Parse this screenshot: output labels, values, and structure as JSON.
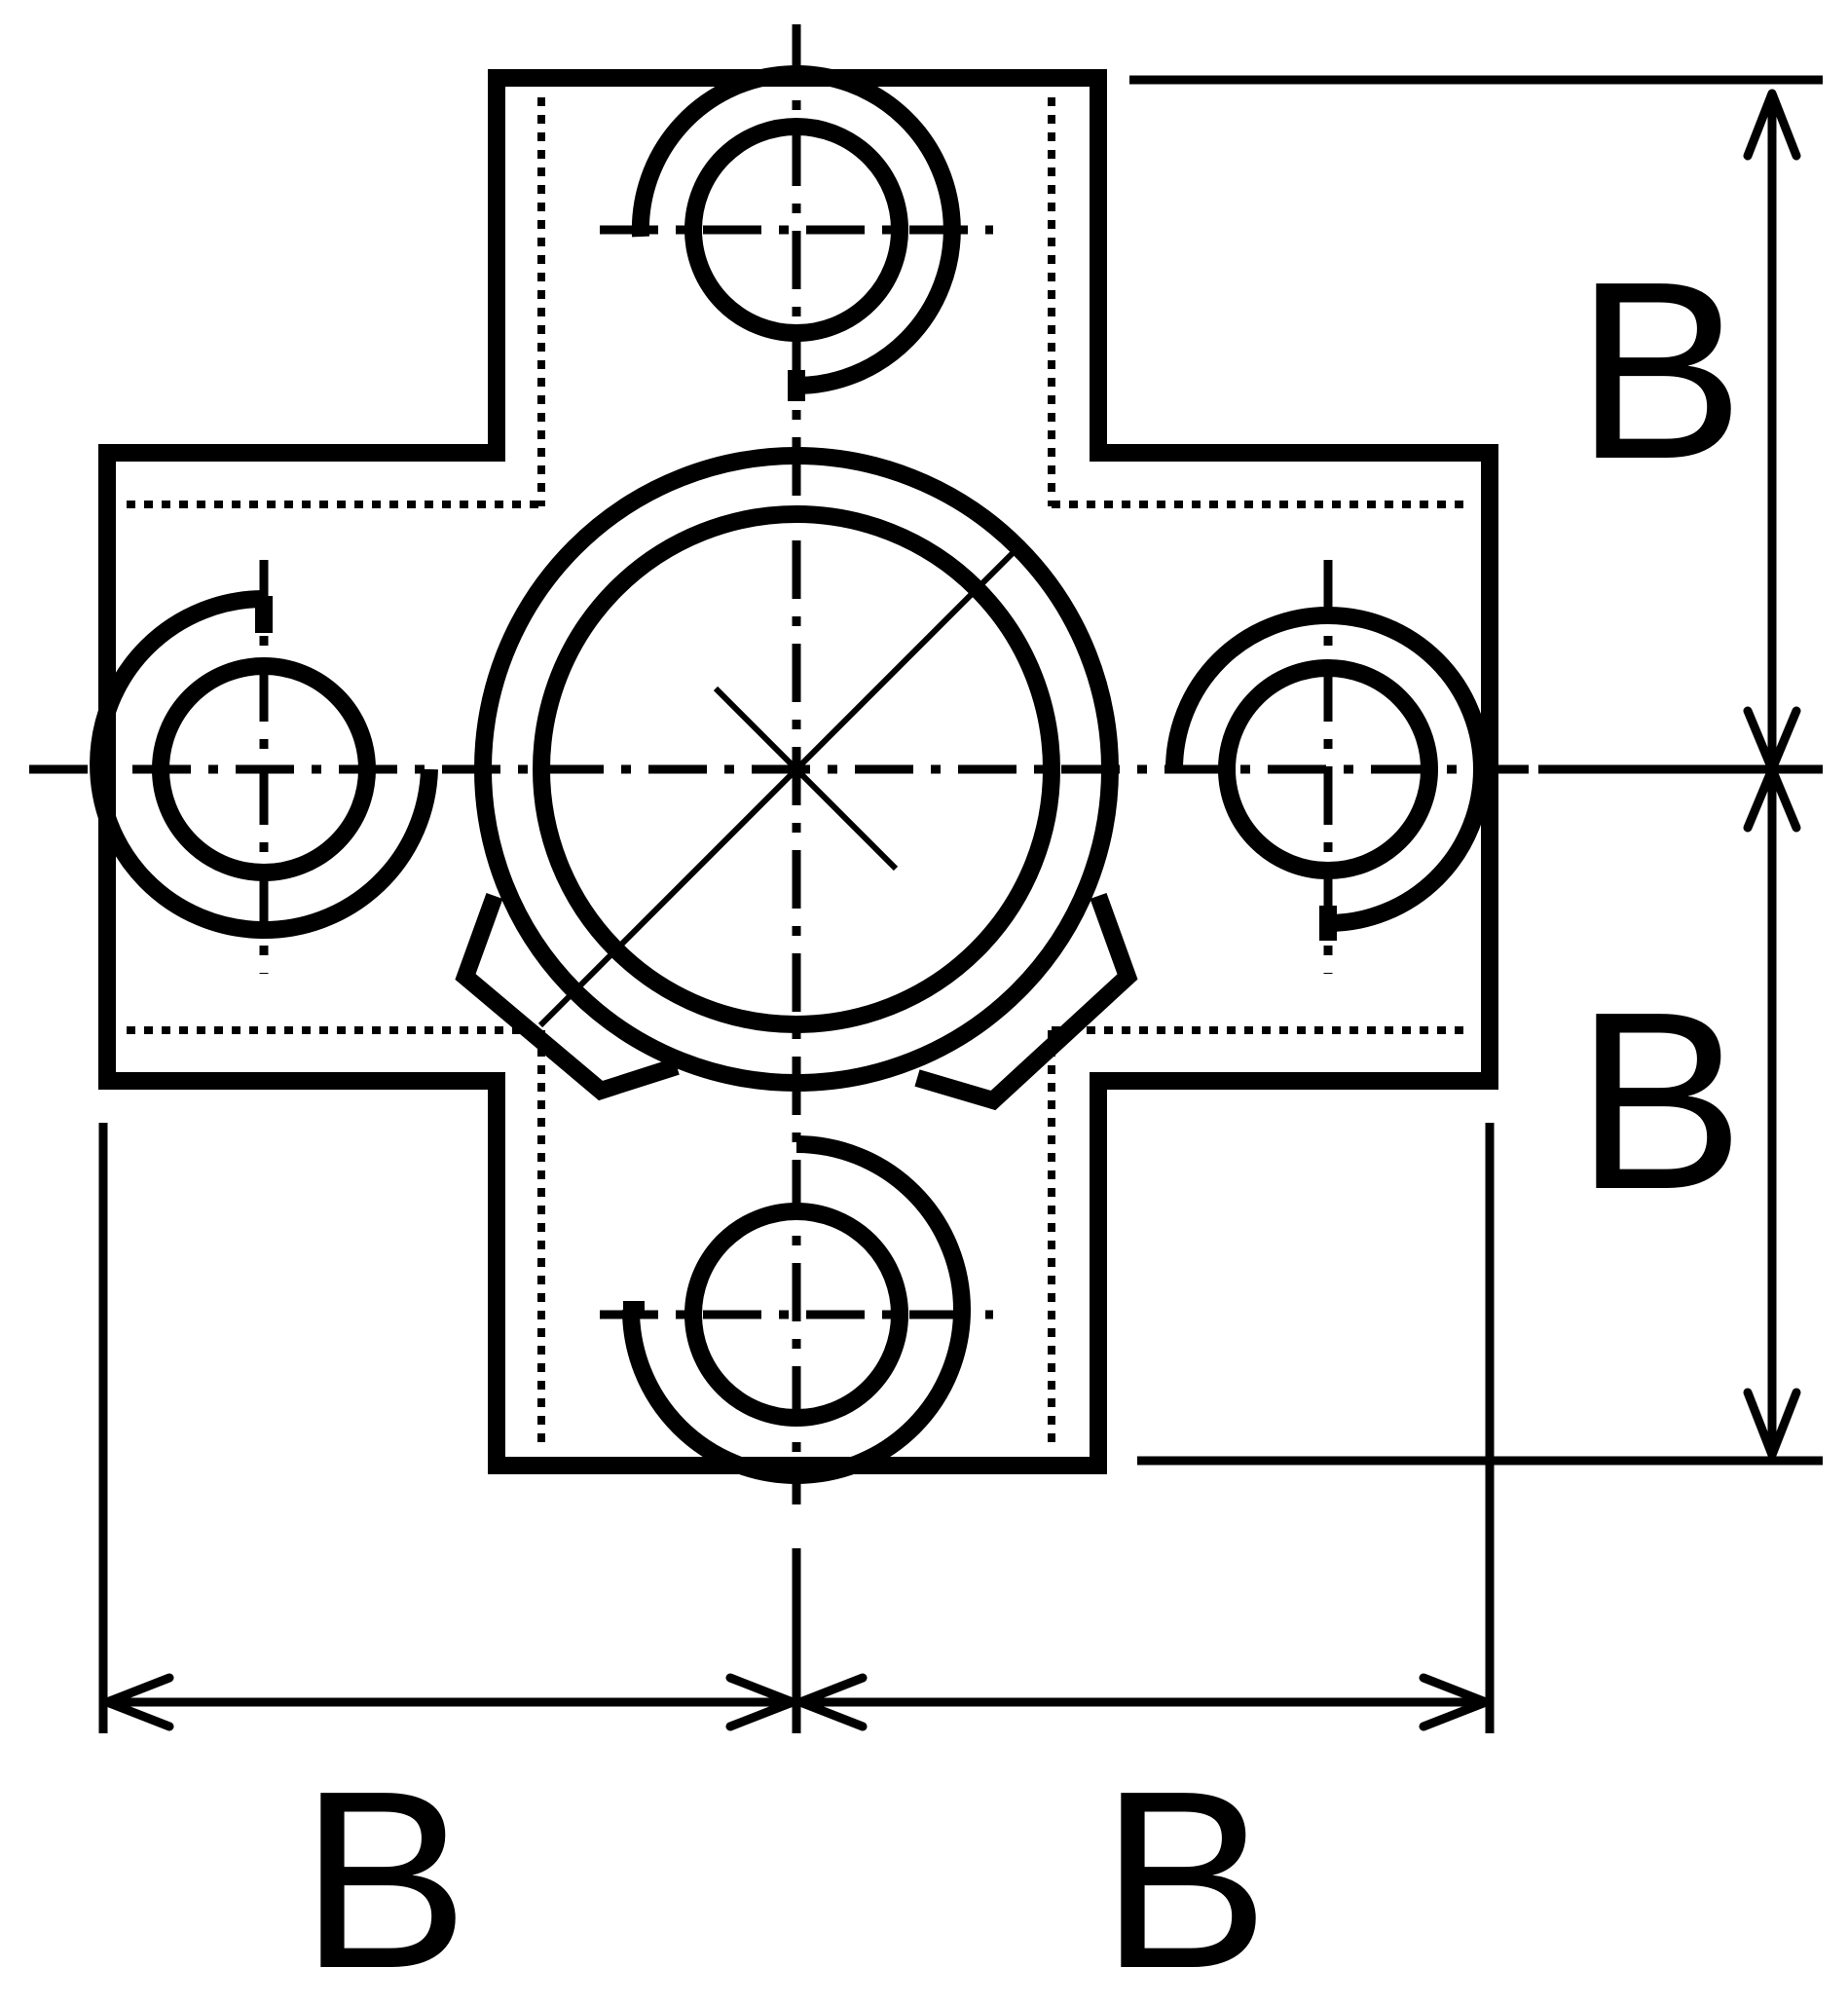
{
  "diagram": {
    "dimension_labels": {
      "right_upper": "B",
      "right_lower": "B",
      "bottom_left": "B",
      "bottom_right": "B"
    }
  }
}
